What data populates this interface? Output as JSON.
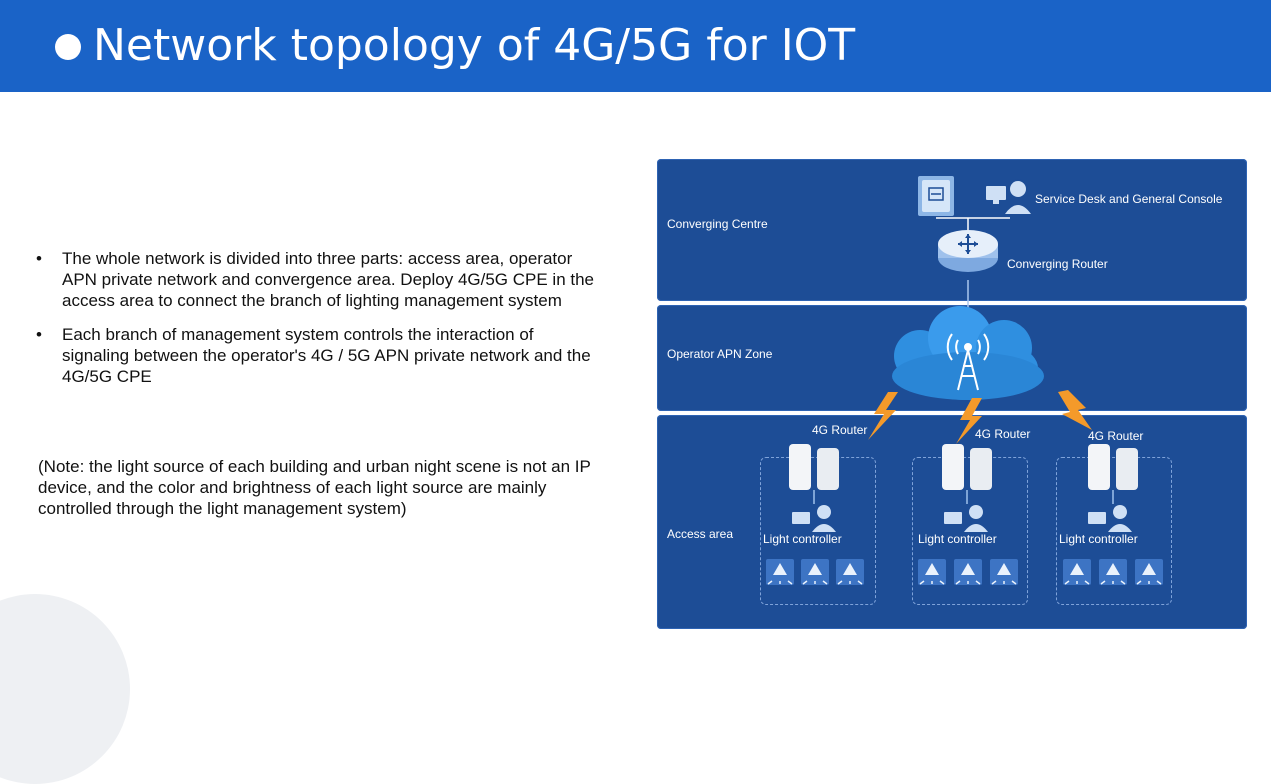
{
  "slide": {
    "title": "Network topology of 4G/5G for IOT"
  },
  "bullets": [
    {
      "mark": "•",
      "text": "The whole network is divided into three parts: access area, operator APN private network and convergence area. Deploy 4G/5G CPE in the access area to connect the branch of lighting management system"
    },
    {
      "mark": "•",
      "text": "Each branch of management system controls the interaction of signaling between the operator's 4G / 5G APN private network and the 4G/5G CPE"
    }
  ],
  "note": "(Note: the light source of each building and urban night scene is not an IP device, and the color and brightness of each light source are mainly controlled through the light management system)",
  "diagram": {
    "zones": {
      "converging": "Converging Centre",
      "operator": "Operator APN Zone",
      "access": "Access area"
    },
    "labels": {
      "service_desk": "Service Desk and General Console",
      "converging_router": "Converging Router"
    },
    "branches": [
      {
        "router": "4G Router",
        "controller": "Light controller"
      },
      {
        "router": "4G Router",
        "controller": "Light controller"
      },
      {
        "router": "4G Router",
        "controller": "Light controller"
      }
    ],
    "colors": {
      "header": "#1a63c7",
      "zone": "#1d4d96",
      "cloud": "#2f8fe0",
      "lightning": "#f49a2a"
    }
  }
}
